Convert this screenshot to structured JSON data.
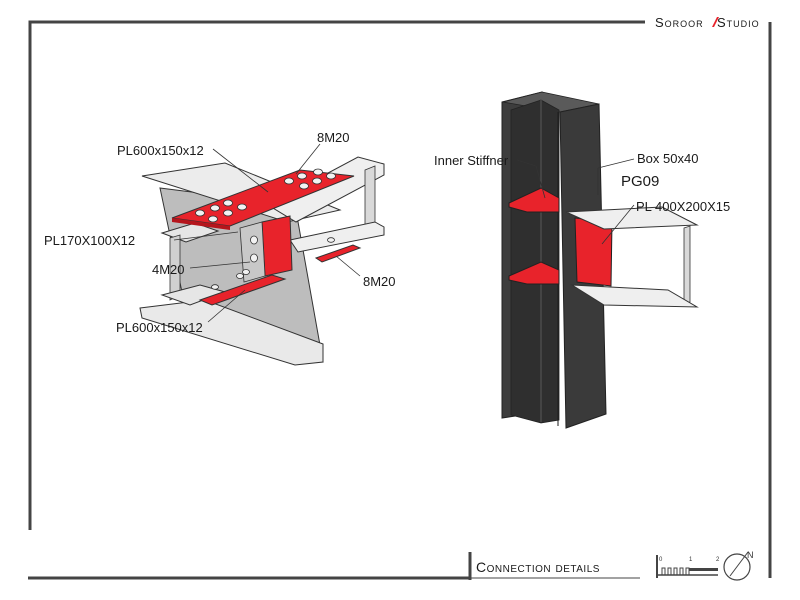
{
  "brand": {
    "left": "Soroor",
    "right": "Studio",
    "accent": "#e8232b"
  },
  "title_block": {
    "title": "Connection details"
  },
  "scale_bar": {
    "ticks": [
      "0",
      "1",
      "2"
    ]
  },
  "north_arrow": {
    "label": "N"
  },
  "colors": {
    "steel_light": "#ececec",
    "steel_mid": "#b9b9b9",
    "steel_dark": "#3a3a3a",
    "plate_red": "#e8232b"
  },
  "left_connection": {
    "labels": {
      "top_plate": "PL600x150x12",
      "top_bolts": "8M20",
      "shear_plate": "PL170X100X12",
      "web_bolts": "4M20",
      "bottom_bolts": "8M20",
      "bottom_plate": "PL600x150x12"
    }
  },
  "right_connection": {
    "labels": {
      "stiffener": "Inner Stiffner",
      "box": "Box 50x40",
      "beam": "PG09",
      "plate": "PL 400X200X15"
    }
  }
}
